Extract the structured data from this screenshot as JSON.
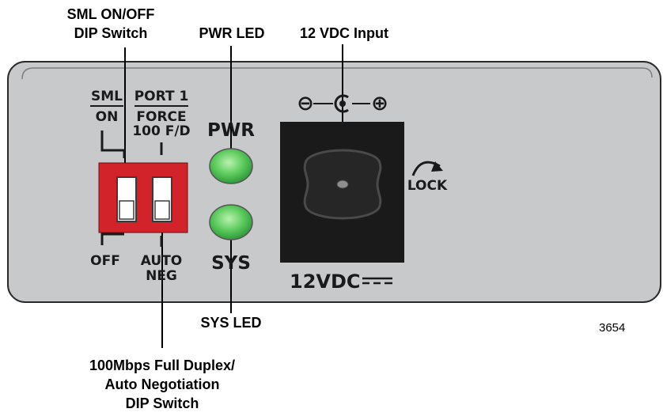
{
  "callouts": {
    "sml_switch": [
      "SML ON/OFF",
      "DIP Switch"
    ],
    "pwr_led": "PWR LED",
    "dc_input": "12 VDC Input",
    "sys_led": "SYS LED",
    "port_switch": [
      "100Mbps Full Duplex/",
      "Auto Negotiation",
      "DIP Switch"
    ]
  },
  "panel": {
    "sml_label": "SML",
    "on_label": "ON",
    "port_label": "PORT 1",
    "force_label": "FORCE",
    "speed_label": "100 F/D",
    "off_label": "OFF",
    "auto_label": "AUTO",
    "neg_label": "NEG",
    "pwr_label": "PWR",
    "sys_label": "SYS",
    "voltage_label": "12VDC",
    "lock_label": "LOCK",
    "polarity_minus": "⊖",
    "polarity_plus": "⊕"
  },
  "figure_number": "3654",
  "colors": {
    "panel": "#c8c9cb",
    "dip_switch": "#d2232a",
    "led": "#5fcc5f",
    "jack": "#1a1a1a"
  },
  "icons": {
    "lock": "lock-rotate-icon",
    "polarity": "dc-polarity-icon"
  }
}
